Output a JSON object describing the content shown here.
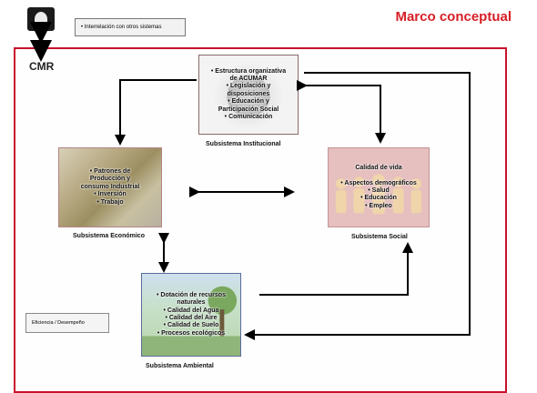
{
  "header": {
    "title": "Marco conceptual",
    "note": "• Interrelación con otros sistemas",
    "cmr_label": "CMR"
  },
  "subsystems": {
    "institucional": {
      "caption": "Subsistema Institucional",
      "lines": [
        "• Estructura organizativa",
        "de ACUMAR",
        "• Legislación y",
        "disposiciones",
        "• Educación y",
        "Participación Social",
        "• Comunicación"
      ]
    },
    "economico": {
      "caption": "Subsistema Económico",
      "lines": [
        "• Patrones de",
        "Producción y",
        "consumo Industrial",
        "• Inversión",
        "• Trabajo"
      ]
    },
    "social": {
      "caption": "Subsistema Social",
      "lines": [
        "Calidad de vida",
        "",
        "• Aspectos demográficos",
        "• Salud",
        "• Educación",
        "• Empleo"
      ]
    },
    "ambiental": {
      "caption": "Subsistema Ambiental",
      "lines": [
        "• Dotación de recursos",
        "naturales",
        "• Calidad del Agua",
        "• Calidad del Aire",
        "• Calidad de Suelo",
        "• Procesos ecológicos"
      ]
    }
  },
  "footer_note": "Eficiencia / Desempeño",
  "colors": {
    "frame": "#c8102e",
    "title": "#d71f26",
    "arrows": "#000000"
  }
}
